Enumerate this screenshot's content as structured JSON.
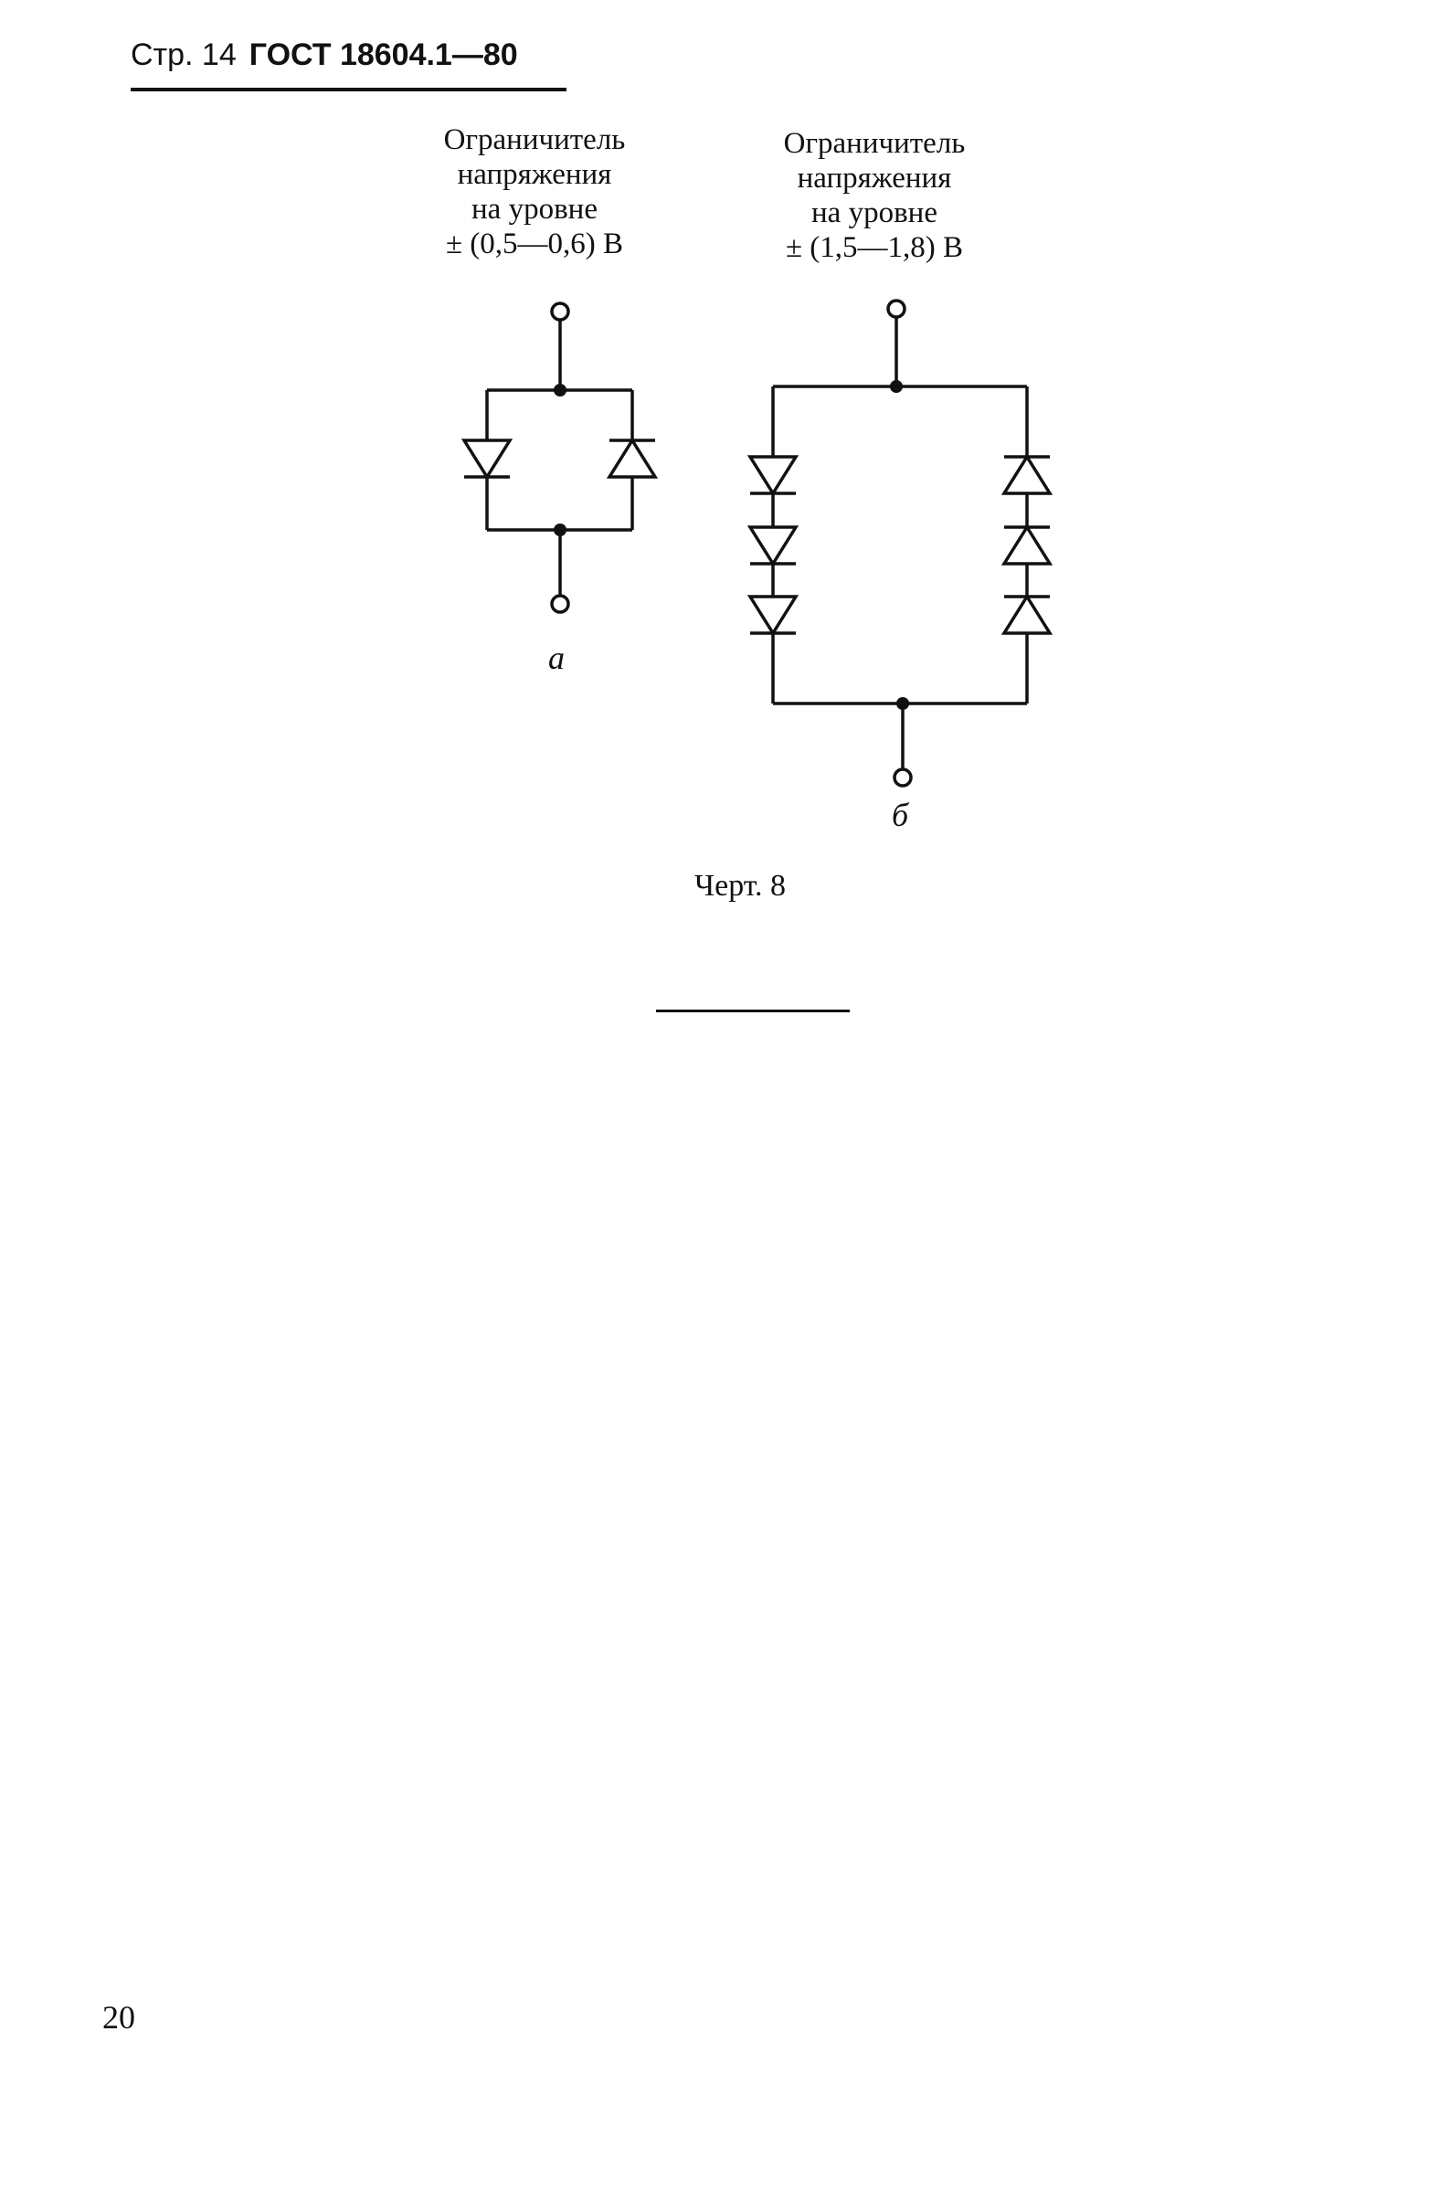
{
  "header": {
    "page_label": "Стр. 14",
    "standard": "ГОСТ 18604.1—80"
  },
  "figure": {
    "circuit_a": {
      "caption_lines": [
        "Ограничитель",
        "напряжения",
        "на уровне",
        "± (0,5—0,6)  В"
      ],
      "label": "а"
    },
    "circuit_b": {
      "caption_lines": [
        "Ограничитель",
        "напряжения",
        "на уровне",
        "± (1,5—1,8)  В"
      ],
      "label": "б"
    },
    "title": "Черт. 8"
  },
  "page_number": "20"
}
